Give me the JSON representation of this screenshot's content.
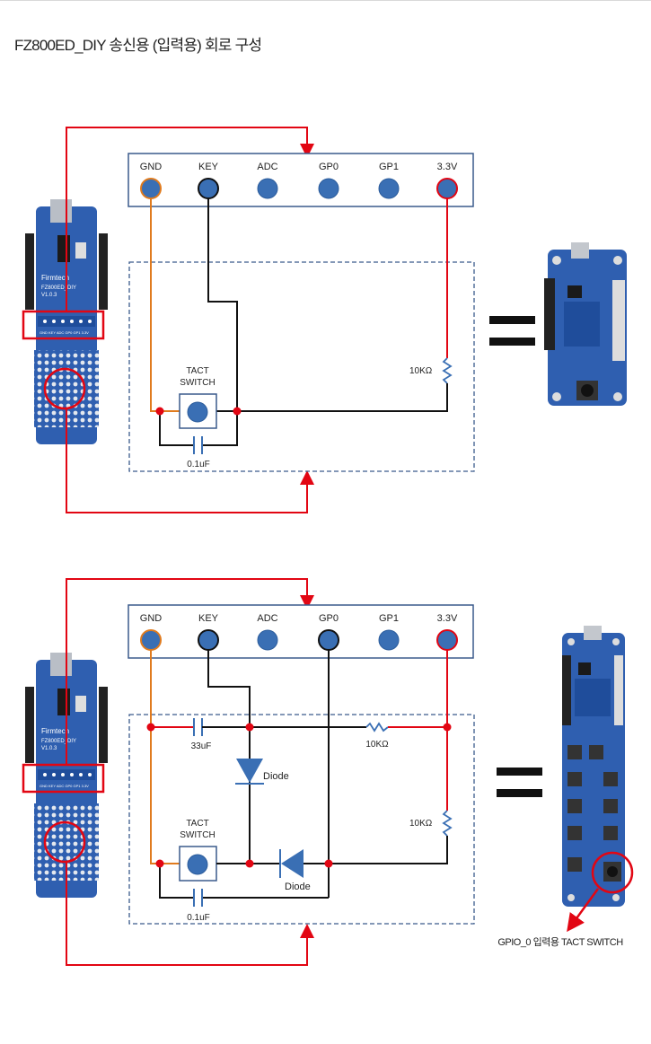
{
  "title": "FZ800ED_DIY 송신용 (입력용) 회로 구성",
  "colors": {
    "red": "#e20613",
    "orange": "#e07b1e",
    "blue": "#3a6fb4",
    "dashed": "#3a5a8c",
    "dark": "#111111"
  },
  "diagram1": {
    "pins": [
      "GND",
      "KEY",
      "ADC",
      "GP0",
      "GP1",
      "3.3V"
    ],
    "tact_label": [
      "TACT",
      "SWITCH"
    ],
    "cap_label": "0.1uF",
    "resistor_label": "10KΩ"
  },
  "diagram2": {
    "pins": [
      "GND",
      "KEY",
      "ADC",
      "GP0",
      "GP1",
      "3.3V"
    ],
    "tact_label": [
      "TACT",
      "SWITCH"
    ],
    "cap_top_label": "33uF",
    "cap_bottom_label": "0.1uF",
    "resistor_top_label": "10KΩ",
    "resistor_right_label": "10KΩ",
    "diode_top_label": "Diode",
    "diode_bottom_label": "Diode",
    "caption": "GPIO_0 입력용 TACT SWITCH"
  },
  "board_silk": {
    "brand": "Firmtech",
    "model": "FZ800ED_DIY",
    "version": "V1.0.3",
    "header_pins": "GND KEY ADC GP0 GP1 3.3V"
  }
}
